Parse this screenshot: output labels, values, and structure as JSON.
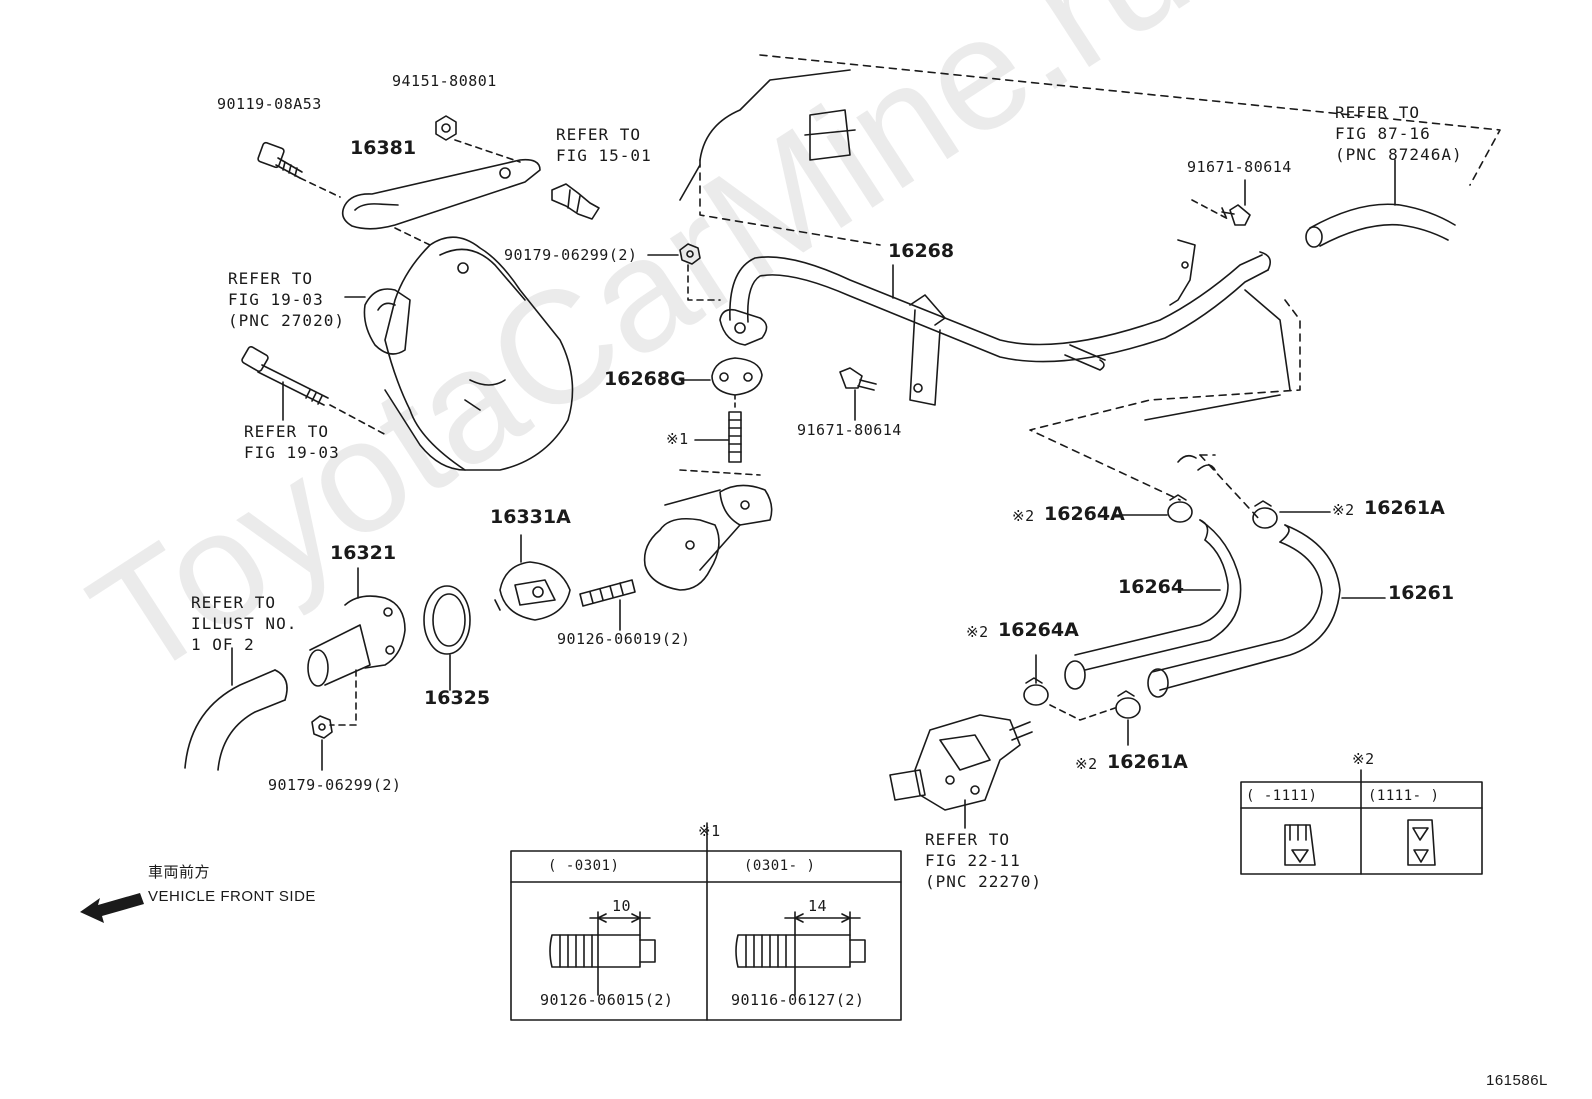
{
  "watermark": "ToyotaCarMine.ru",
  "diagram_id": "161586L",
  "direction": {
    "jp": "車両前方",
    "en": "VEHICLE FRONT SIDE"
  },
  "part_numbers": {
    "p_90119_08A53": "90119-08A53",
    "p_94151_80801": "94151-80801",
    "p_16381": "16381",
    "p_90179_06299_top": "90179-06299(2)",
    "p_16268": "16268",
    "p_91671_80614_top": "91671-80614",
    "p_91671_80614_mid": "91671-80614",
    "p_16268G": "16268G",
    "p_16331A": "16331A",
    "p_16321": "16321",
    "p_16325": "16325",
    "p_90126_06019": "90126-06019(2)",
    "p_90179_06299_bottom": "90179-06299(2)",
    "p_16264A_upper": "16264A",
    "p_16261A_upper": "16261A",
    "p_16264": "16264",
    "p_16261": "16261",
    "p_16264A_lower": "16264A",
    "p_16261A_lower": "16261A"
  },
  "note_marks": {
    "n1_stud": "※1",
    "n2_16264A_upper": "※2",
    "n2_16261A_upper": "※2",
    "n2_16264A_lower": "※2",
    "n2_16261A_lower": "※2"
  },
  "refer": {
    "fig_15_01": [
      "REFER TO",
      "FIG 15-01"
    ],
    "fig_19_03_alt": [
      "REFER TO",
      "FIG 19-03",
      "(PNC 27020)"
    ],
    "fig_19_03_bolt": [
      "REFER TO",
      "FIG 19-03"
    ],
    "fig_87_16": [
      "REFER TO",
      "FIG 87-16",
      "(PNC 87246A)"
    ],
    "illust_1_of_2": [
      "REFER TO",
      "ILLUST NO.",
      "1 OF 2"
    ],
    "fig_22_11": [
      "REFER TO",
      "FIG 22-11",
      "(PNC 22270)"
    ]
  },
  "table1": {
    "mark": "※1",
    "col1_header": "(      -0301)",
    "col2_header": "(0301-      )",
    "col1_dim": "10",
    "col2_dim": "14",
    "col1_part": "90126-06015(2)",
    "col2_part": "90116-06127(2)"
  },
  "table2": {
    "mark": "※2",
    "col1_header": "(      -1111)",
    "col2_header": "(1111-      )"
  }
}
